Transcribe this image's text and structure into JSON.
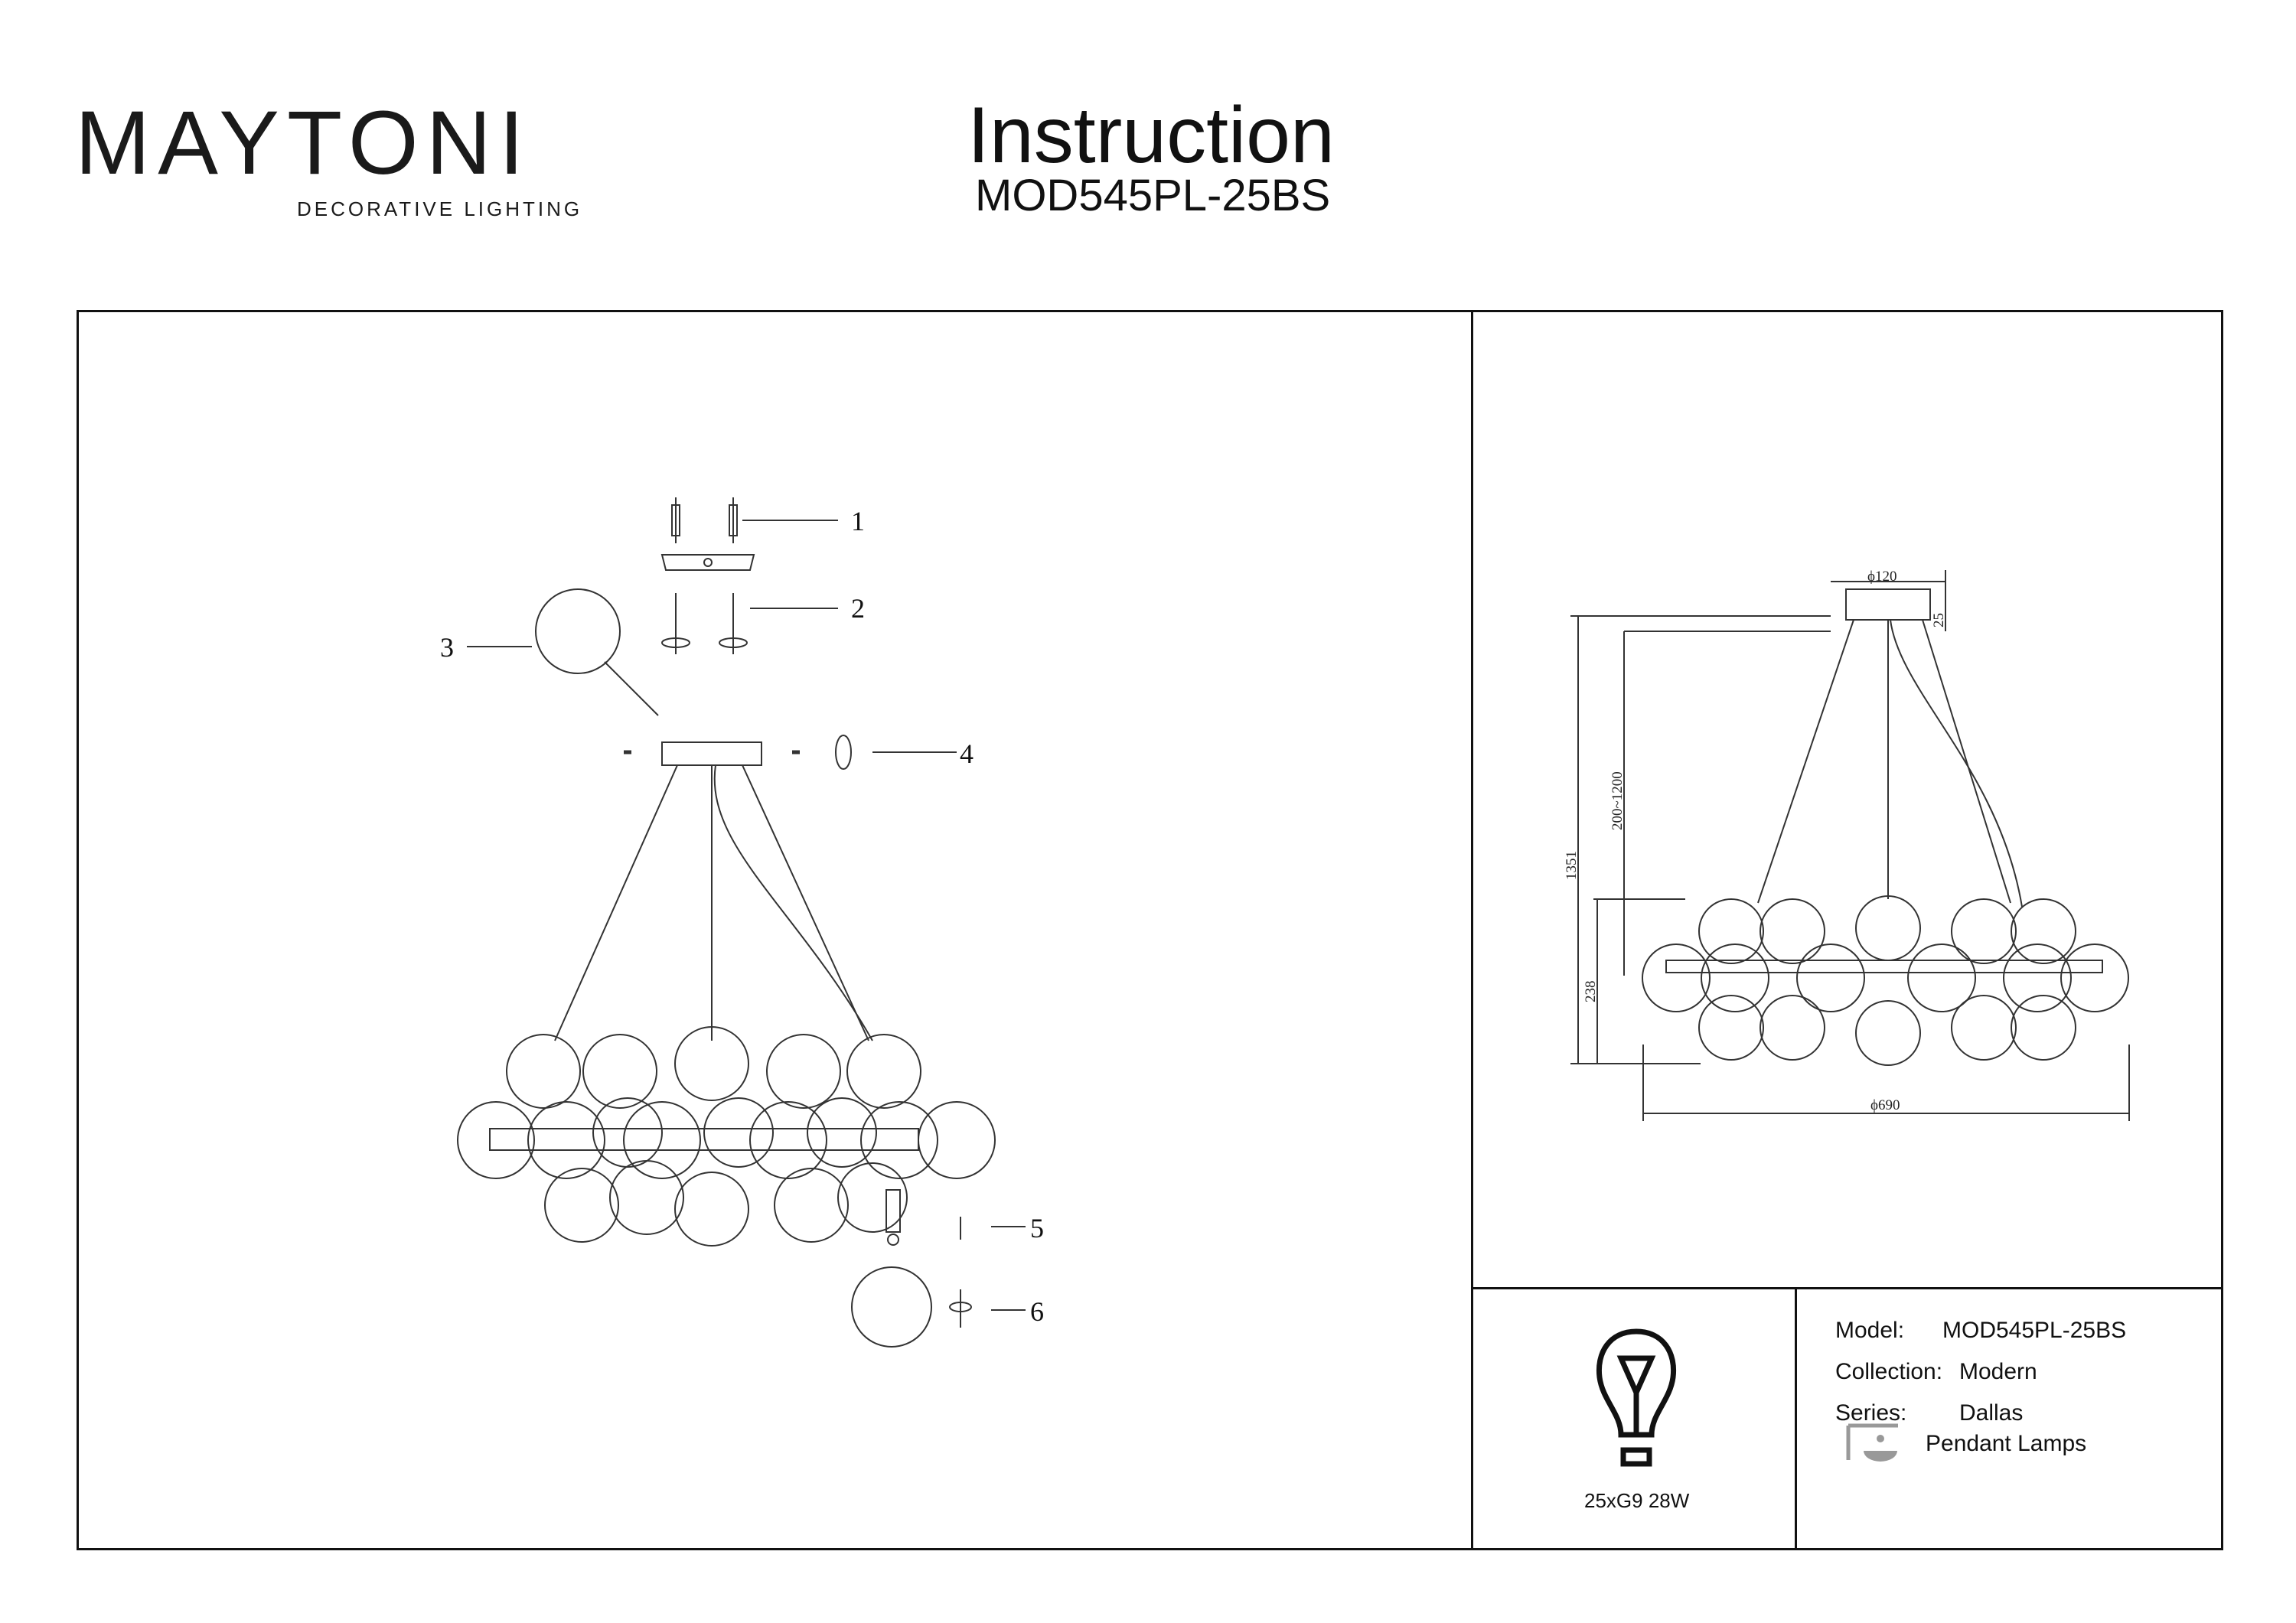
{
  "brand": {
    "name": "MAYTONI",
    "tagline": "DECORATIVE LIGHTING",
    "accent_color": "#6b1e4a"
  },
  "header": {
    "title": "Instruction",
    "model": "MOD545PL-25BS"
  },
  "assembly": {
    "step_labels": [
      "1",
      "2",
      "3",
      "4",
      "5",
      "6"
    ]
  },
  "dimensions": {
    "canopy": "ϕ120",
    "canopy_height": "25",
    "total_height": "1351",
    "adjustable": "200~1200",
    "body_height": "238",
    "diameter": "ϕ690"
  },
  "bulb": {
    "spec": "25xG9 28W",
    "icon": "bulb-icon"
  },
  "info": {
    "model_label": "Model:",
    "model_value": "MOD545PL-25BS",
    "collection_label": "Collection:",
    "collection_value": "Modern",
    "series_label": "Series:",
    "series_value": "Dallas",
    "type_value": "Pendant Lamps",
    "type_icon": "pendant-lamp-icon"
  }
}
